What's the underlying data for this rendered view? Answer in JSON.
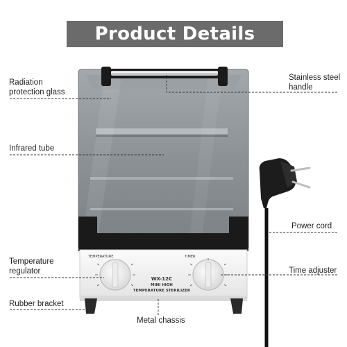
{
  "title": "Product Details",
  "labels": {
    "radiation_glass_line1": "Radiation",
    "radiation_glass_line2": "protection glass",
    "infrared_tube": "Infrared tube",
    "temperature_regulator_line1": "Temperature",
    "temperature_regulator_line2": "regulator",
    "rubber_bracket": "Rubber bracket",
    "stainless_handle_line1": "Stainless steel",
    "stainless_handle_line2": "handle",
    "power_cord": "Power cord",
    "time_adjuster": "Time adjuster",
    "metal_chassis": "Metal chassis"
  },
  "device": {
    "model": "WX-12C",
    "name_line1": "MINI HIGH",
    "name_line2": "TEMPERATURE STERILIZER",
    "temp_label": "TEMPERATURE",
    "timer_label": "TIMER"
  },
  "colors": {
    "banner": "#6b6b6b",
    "glass": "#8d9397",
    "body": "#f2f2f2",
    "frame": "#1a1a1a"
  }
}
